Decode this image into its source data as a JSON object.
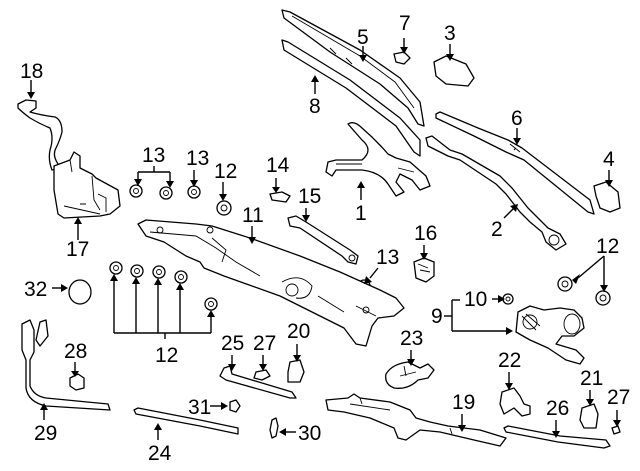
{
  "diagram": {
    "title": "Windshield wiper system parts diagram",
    "callouts": [
      {
        "id": "c1",
        "label": "1",
        "part": "wiper-linkage-arm"
      },
      {
        "id": "c2",
        "label": "2",
        "part": "wiper-arm-passenger"
      },
      {
        "id": "c3",
        "label": "3",
        "part": "arm-cover-cap"
      },
      {
        "id": "c4",
        "label": "4",
        "part": "arm-pivot-cap"
      },
      {
        "id": "c5",
        "label": "5",
        "part": "wiper-blade-driver"
      },
      {
        "id": "c6",
        "label": "6",
        "part": "wiper-blade-passenger"
      },
      {
        "id": "c7",
        "label": "7",
        "part": "blade-adapter-clip"
      },
      {
        "id": "c8",
        "label": "8",
        "part": "blade-refill-insert"
      },
      {
        "id": "c9",
        "label": "9",
        "part": "wiper-motor-assembly"
      },
      {
        "id": "c10",
        "label": "10",
        "part": "motor-nut"
      },
      {
        "id": "c11",
        "label": "11",
        "part": "wiper-frame-transmission"
      },
      {
        "id": "c12a",
        "label": "12",
        "part": "nut"
      },
      {
        "id": "c12b",
        "label": "12",
        "part": "nuts-group"
      },
      {
        "id": "c12c",
        "label": "12",
        "part": "nuts-right"
      },
      {
        "id": "c13a",
        "label": "13",
        "part": "grommets-pair"
      },
      {
        "id": "c13b",
        "label": "13",
        "part": "grommet"
      },
      {
        "id": "c13c",
        "label": "13",
        "part": "grommet-center"
      },
      {
        "id": "c14",
        "label": "14",
        "part": "bracket"
      },
      {
        "id": "c15",
        "label": "15",
        "part": "connecting-rod"
      },
      {
        "id": "c16",
        "label": "16",
        "part": "rubber-mount"
      },
      {
        "id": "c17",
        "label": "17",
        "part": "washer-reservoir"
      },
      {
        "id": "c18",
        "label": "18",
        "part": "reservoir-filler-neck-cap"
      },
      {
        "id": "c19",
        "label": "19",
        "part": "mounting-bracket-rail"
      },
      {
        "id": "c20",
        "label": "20",
        "part": "connector-clip"
      },
      {
        "id": "c21",
        "label": "21",
        "part": "hose-connector"
      },
      {
        "id": "c22",
        "label": "22",
        "part": "washer-pump"
      },
      {
        "id": "c23",
        "label": "23",
        "part": "washer-nozzle"
      },
      {
        "id": "c24",
        "label": "24",
        "part": "washer-hose-long"
      },
      {
        "id": "c25",
        "label": "25",
        "part": "washer-hose-short"
      },
      {
        "id": "c26",
        "label": "26",
        "part": "washer-hose-right"
      },
      {
        "id": "c27a",
        "label": "27",
        "part": "hose-coupler"
      },
      {
        "id": "c27b",
        "label": "27",
        "part": "check-valve"
      },
      {
        "id": "c28",
        "label": "28",
        "part": "level-sensor"
      },
      {
        "id": "c29",
        "label": "29",
        "part": "filler-tube-hose"
      },
      {
        "id": "c30",
        "label": "30",
        "part": "push-pin-clip"
      },
      {
        "id": "c31",
        "label": "31",
        "part": "hose-clip"
      },
      {
        "id": "c32",
        "label": "32",
        "part": "cap-plug"
      }
    ]
  }
}
